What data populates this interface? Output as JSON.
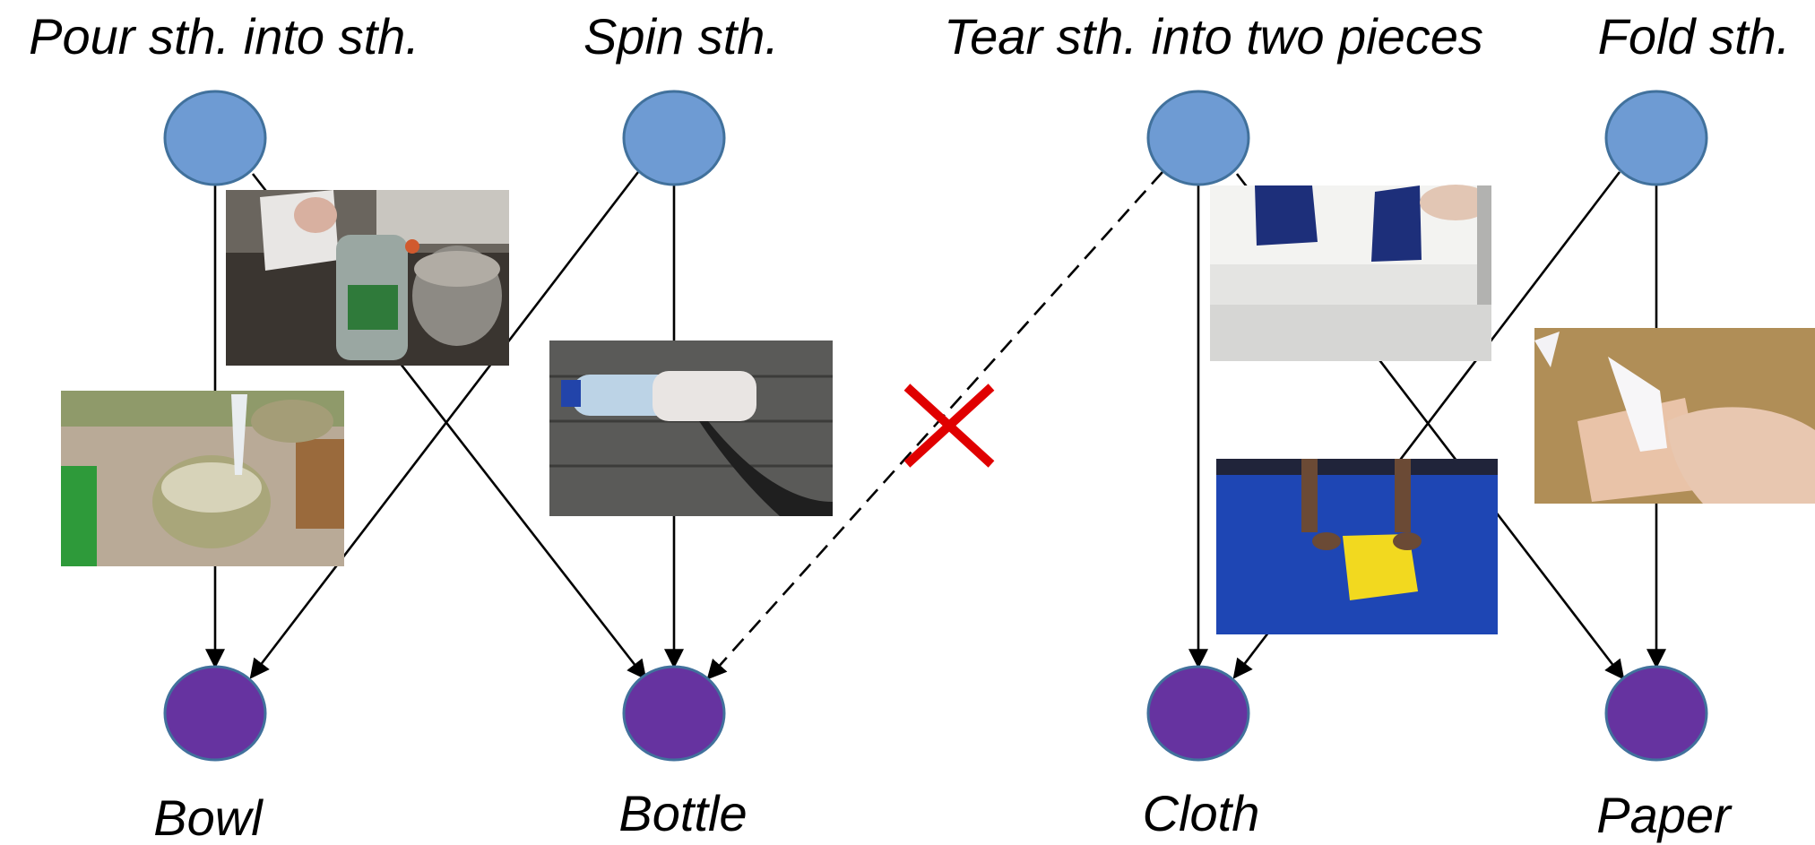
{
  "diagram": {
    "actions": [
      {
        "id": "pour",
        "label": "Pour sth. into sth."
      },
      {
        "id": "spin",
        "label": "Spin sth."
      },
      {
        "id": "tear",
        "label": "Tear sth. into two pieces"
      },
      {
        "id": "fold",
        "label": "Fold sth."
      }
    ],
    "objects": [
      {
        "id": "bowl",
        "label": "Bowl"
      },
      {
        "id": "bottle",
        "label": "Bottle"
      },
      {
        "id": "cloth",
        "label": "Cloth"
      },
      {
        "id": "paper",
        "label": "Paper"
      }
    ],
    "edges": [
      {
        "from": "pour",
        "to": "bowl",
        "style": "solid"
      },
      {
        "from": "pour",
        "to": "bottle",
        "style": "solid"
      },
      {
        "from": "spin",
        "to": "bowl",
        "style": "solid"
      },
      {
        "from": "spin",
        "to": "bottle",
        "style": "solid"
      },
      {
        "from": "tear",
        "to": "bottle",
        "style": "dashed",
        "marked_invalid": true
      },
      {
        "from": "tear",
        "to": "cloth",
        "style": "solid"
      },
      {
        "from": "tear",
        "to": "paper",
        "style": "solid"
      },
      {
        "from": "fold",
        "to": "cloth",
        "style": "solid"
      },
      {
        "from": "fold",
        "to": "paper",
        "style": "solid"
      }
    ],
    "thumbnails": [
      {
        "id": "pour-into-bottle",
        "depicts": "hand pouring from paper into a water bottle"
      },
      {
        "id": "pour-into-bowl",
        "depicts": "water poured into a bowl"
      },
      {
        "id": "spin-bottle",
        "depicts": "hand spinning a water bottle on a wooden table"
      },
      {
        "id": "tear-paper",
        "depicts": "blue paper torn into two pieces"
      },
      {
        "id": "fold-cloth",
        "depicts": "hands folding a yellow cloth on a blue floor"
      },
      {
        "id": "fold-paper",
        "depicts": "hand folding paper on a wooden table"
      }
    ],
    "colors": {
      "action_node": "#6e9bd3",
      "object_node": "#6633a0",
      "node_outline": "#41719c",
      "invalid_mark": "#e00000"
    }
  }
}
